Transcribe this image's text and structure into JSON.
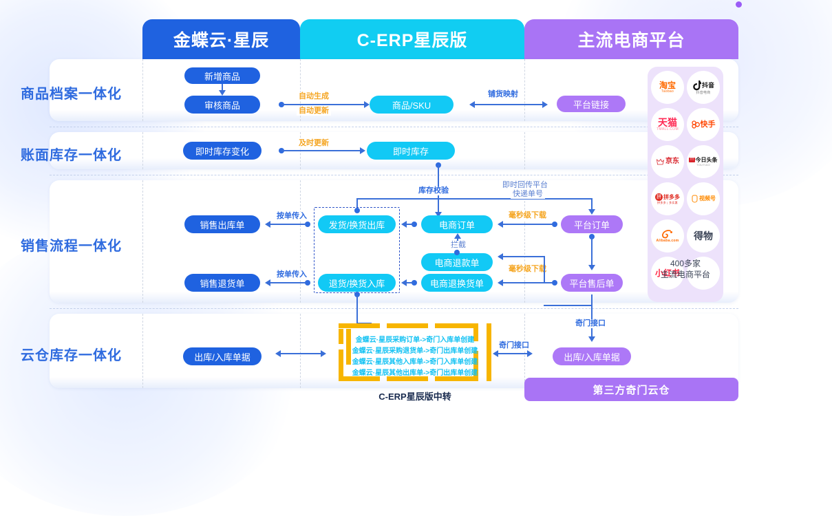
{
  "columns": [
    {
      "id": "kingdee",
      "label": "金蝶云·星辰",
      "color": "#1f62e0"
    },
    {
      "id": "cerp",
      "label": "C-ERP星辰版",
      "color": "#11cdf2"
    },
    {
      "id": "platform",
      "label": "主流电商平台",
      "color": "#a974f5"
    }
  ],
  "rows": [
    {
      "id": "goods",
      "title": "商品档案一体化"
    },
    {
      "id": "stock",
      "title": "账面库存一体化"
    },
    {
      "id": "sales",
      "title": "销售流程一体化"
    },
    {
      "id": "cloudwh",
      "title": "云仓库存一体化"
    }
  ],
  "nodes": {
    "add_product": "新增商品",
    "audit_product": "审核商品",
    "product_sku": "商品/SKU",
    "platform_link": "平台链接",
    "realtime_stock_change": "即时库存变化",
    "realtime_stock": "即时库存",
    "sales_out_order": "销售出库单",
    "sales_return_order": "销售退货单",
    "ship_exchange_out": "发货/换货出库",
    "return_exchange_in": "退货/换货入库",
    "ec_order": "电商订单",
    "ec_refund_order": "电商退款单",
    "ec_return_exchange_order": "电商退换货单",
    "platform_order": "平台订单",
    "platform_aftersale_order": "平台售后单",
    "inout_doc_left": "出库/入库单据",
    "inout_doc_right": "出库/入库单据"
  },
  "labels": {
    "auto_generate": "自动生成",
    "auto_update": "自动更新",
    "goods_mapping": "铺货映射",
    "timely_update": "及时更新",
    "stock_check": "库存校验",
    "pass_order_in_1": "按单传入",
    "pass_order_in_2": "按单传入",
    "ms_download_1": "毫秒级下载",
    "ms_download_2": "毫秒级下载",
    "realtime_return_line1": "即时回传平台",
    "realtime_return_line2": "快递单号",
    "intercept": "拦截",
    "qimen_api_1": "奇门接口",
    "qimen_api_2": "奇门接口"
  },
  "relay": {
    "caption": "C-ERP星辰版中转",
    "mappings": [
      "金蝶云·星辰采购订单->奇门入库单创建",
      "金蝶云·星辰采购退货单->奇门出库单创建",
      "金蝶云·星辰其他入库单->奇门入库单创建",
      "金蝶云·星辰其他出库单->奇门出库单创建"
    ]
  },
  "footer": {
    "third_party": "第三方奇门云仓"
  },
  "platform_logos": [
    {
      "name": "taobao",
      "text": "淘宝",
      "sub": "Taobao",
      "color": "#ff6a00"
    },
    {
      "name": "douyin",
      "text": "抖音",
      "sub": "抖音电商",
      "color": "#111111"
    },
    {
      "name": "tmall",
      "text": "天猫",
      "sub": "TMALL.COM",
      "color": "#ff2b55"
    },
    {
      "name": "kuaishou",
      "text": "快手",
      "sub": "",
      "color": "#ff4906"
    },
    {
      "name": "jingdong",
      "text": "京东",
      "sub": "",
      "color": "#d8232a"
    },
    {
      "name": "toutiao",
      "text": "今日头条",
      "sub": "TOUTIAO",
      "color": "#d8232a"
    },
    {
      "name": "pinduoduo",
      "text": "拼多多",
      "sub": "拼多多 | 多实惠",
      "color": "#e02e24"
    },
    {
      "name": "shipinhao",
      "text": "视频号",
      "sub": "",
      "color": "#ff6a00"
    },
    {
      "name": "alibaba",
      "text": "Alibaba.com",
      "sub": "",
      "color": "#ff6a00"
    },
    {
      "name": "dewu",
      "text": "得物",
      "sub": "",
      "color": "#3b4457"
    },
    {
      "name": "xiaohongshu",
      "text": "小红书",
      "sub": "",
      "color": "#ff2442"
    },
    {
      "name": "more",
      "text": "…",
      "sub": "",
      "color": "#b9b9c3"
    }
  ],
  "platform_count": {
    "line1": "400多家",
    "line2": "主流电商平台"
  },
  "theme": {
    "blue": "#1f62e0",
    "cyan": "#12c9f5",
    "purple": "#ad78f7",
    "line": "#3a6fd8",
    "orange": "#f5a623",
    "bracket": "#f7b500"
  }
}
